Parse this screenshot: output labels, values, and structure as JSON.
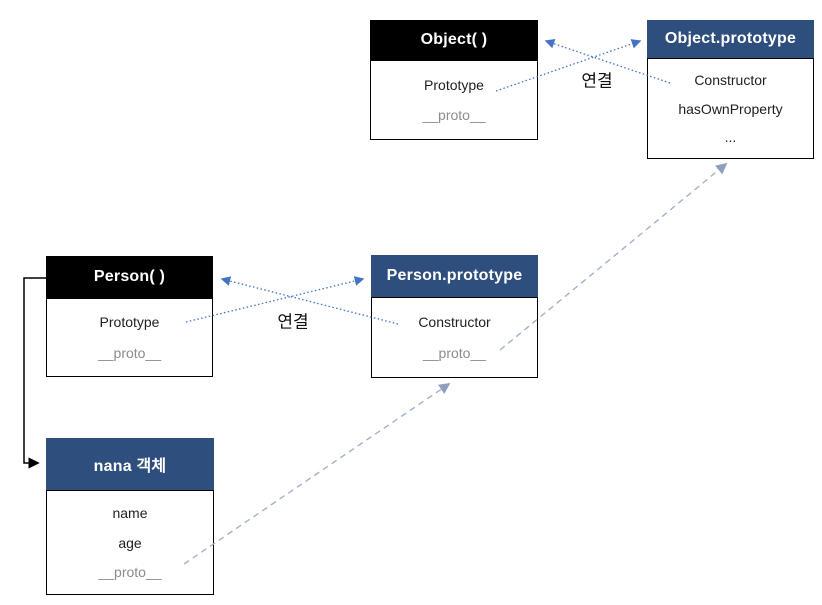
{
  "diagram": {
    "boxes": [
      {
        "id": "object-constructor",
        "title": "Object( )",
        "rows": [
          {
            "text": "Prototype"
          },
          {
            "text": "__proto__"
          }
        ]
      },
      {
        "id": "object-prototype",
        "title": "Object.prototype",
        "rows": [
          {
            "text": "Constructor"
          },
          {
            "text": "hasOwnProperty"
          },
          {
            "text": "..."
          }
        ]
      },
      {
        "id": "person-constructor",
        "title": "Person( )",
        "rows": [
          {
            "text": "Prototype"
          },
          {
            "text": "__proto__"
          }
        ]
      },
      {
        "id": "person-prototype",
        "title": "Person.prototype",
        "rows": [
          {
            "text": "Constructor"
          },
          {
            "text": "__proto__"
          }
        ]
      },
      {
        "id": "nana-object",
        "title": "nana 객체",
        "rows": [
          {
            "text": "name"
          },
          {
            "text": "age"
          },
          {
            "text": "__proto__"
          }
        ]
      }
    ],
    "labels": {
      "top_link": "연결",
      "middle_link": "연결"
    },
    "connections": [
      {
        "from": "Object( ) Prototype",
        "to": "Object.prototype",
        "style": "dotted-blue",
        "label": "연결"
      },
      {
        "from": "Object.prototype Constructor",
        "to": "Object( )",
        "style": "dotted-blue",
        "label": "연결"
      },
      {
        "from": "Person( ) Prototype",
        "to": "Person.prototype",
        "style": "dotted-blue",
        "label": "연결"
      },
      {
        "from": "Person.prototype Constructor",
        "to": "Person( )",
        "style": "dotted-blue",
        "label": "연결"
      },
      {
        "from": "nana 객체 __proto__",
        "to": "Person.prototype",
        "style": "dashed-gray"
      },
      {
        "from": "Person.prototype __proto__",
        "to": "Object.prototype",
        "style": "dashed-gray"
      },
      {
        "from": "Person( )",
        "to": "nana 객체",
        "style": "solid-black-elbow"
      }
    ],
    "colors": {
      "header_black": "#000000",
      "header_blue": "#2E4E7E",
      "link_blue": "#4472C4",
      "chain_dash": "#A4B1CB",
      "muted_text": "#8C8C8C"
    }
  }
}
